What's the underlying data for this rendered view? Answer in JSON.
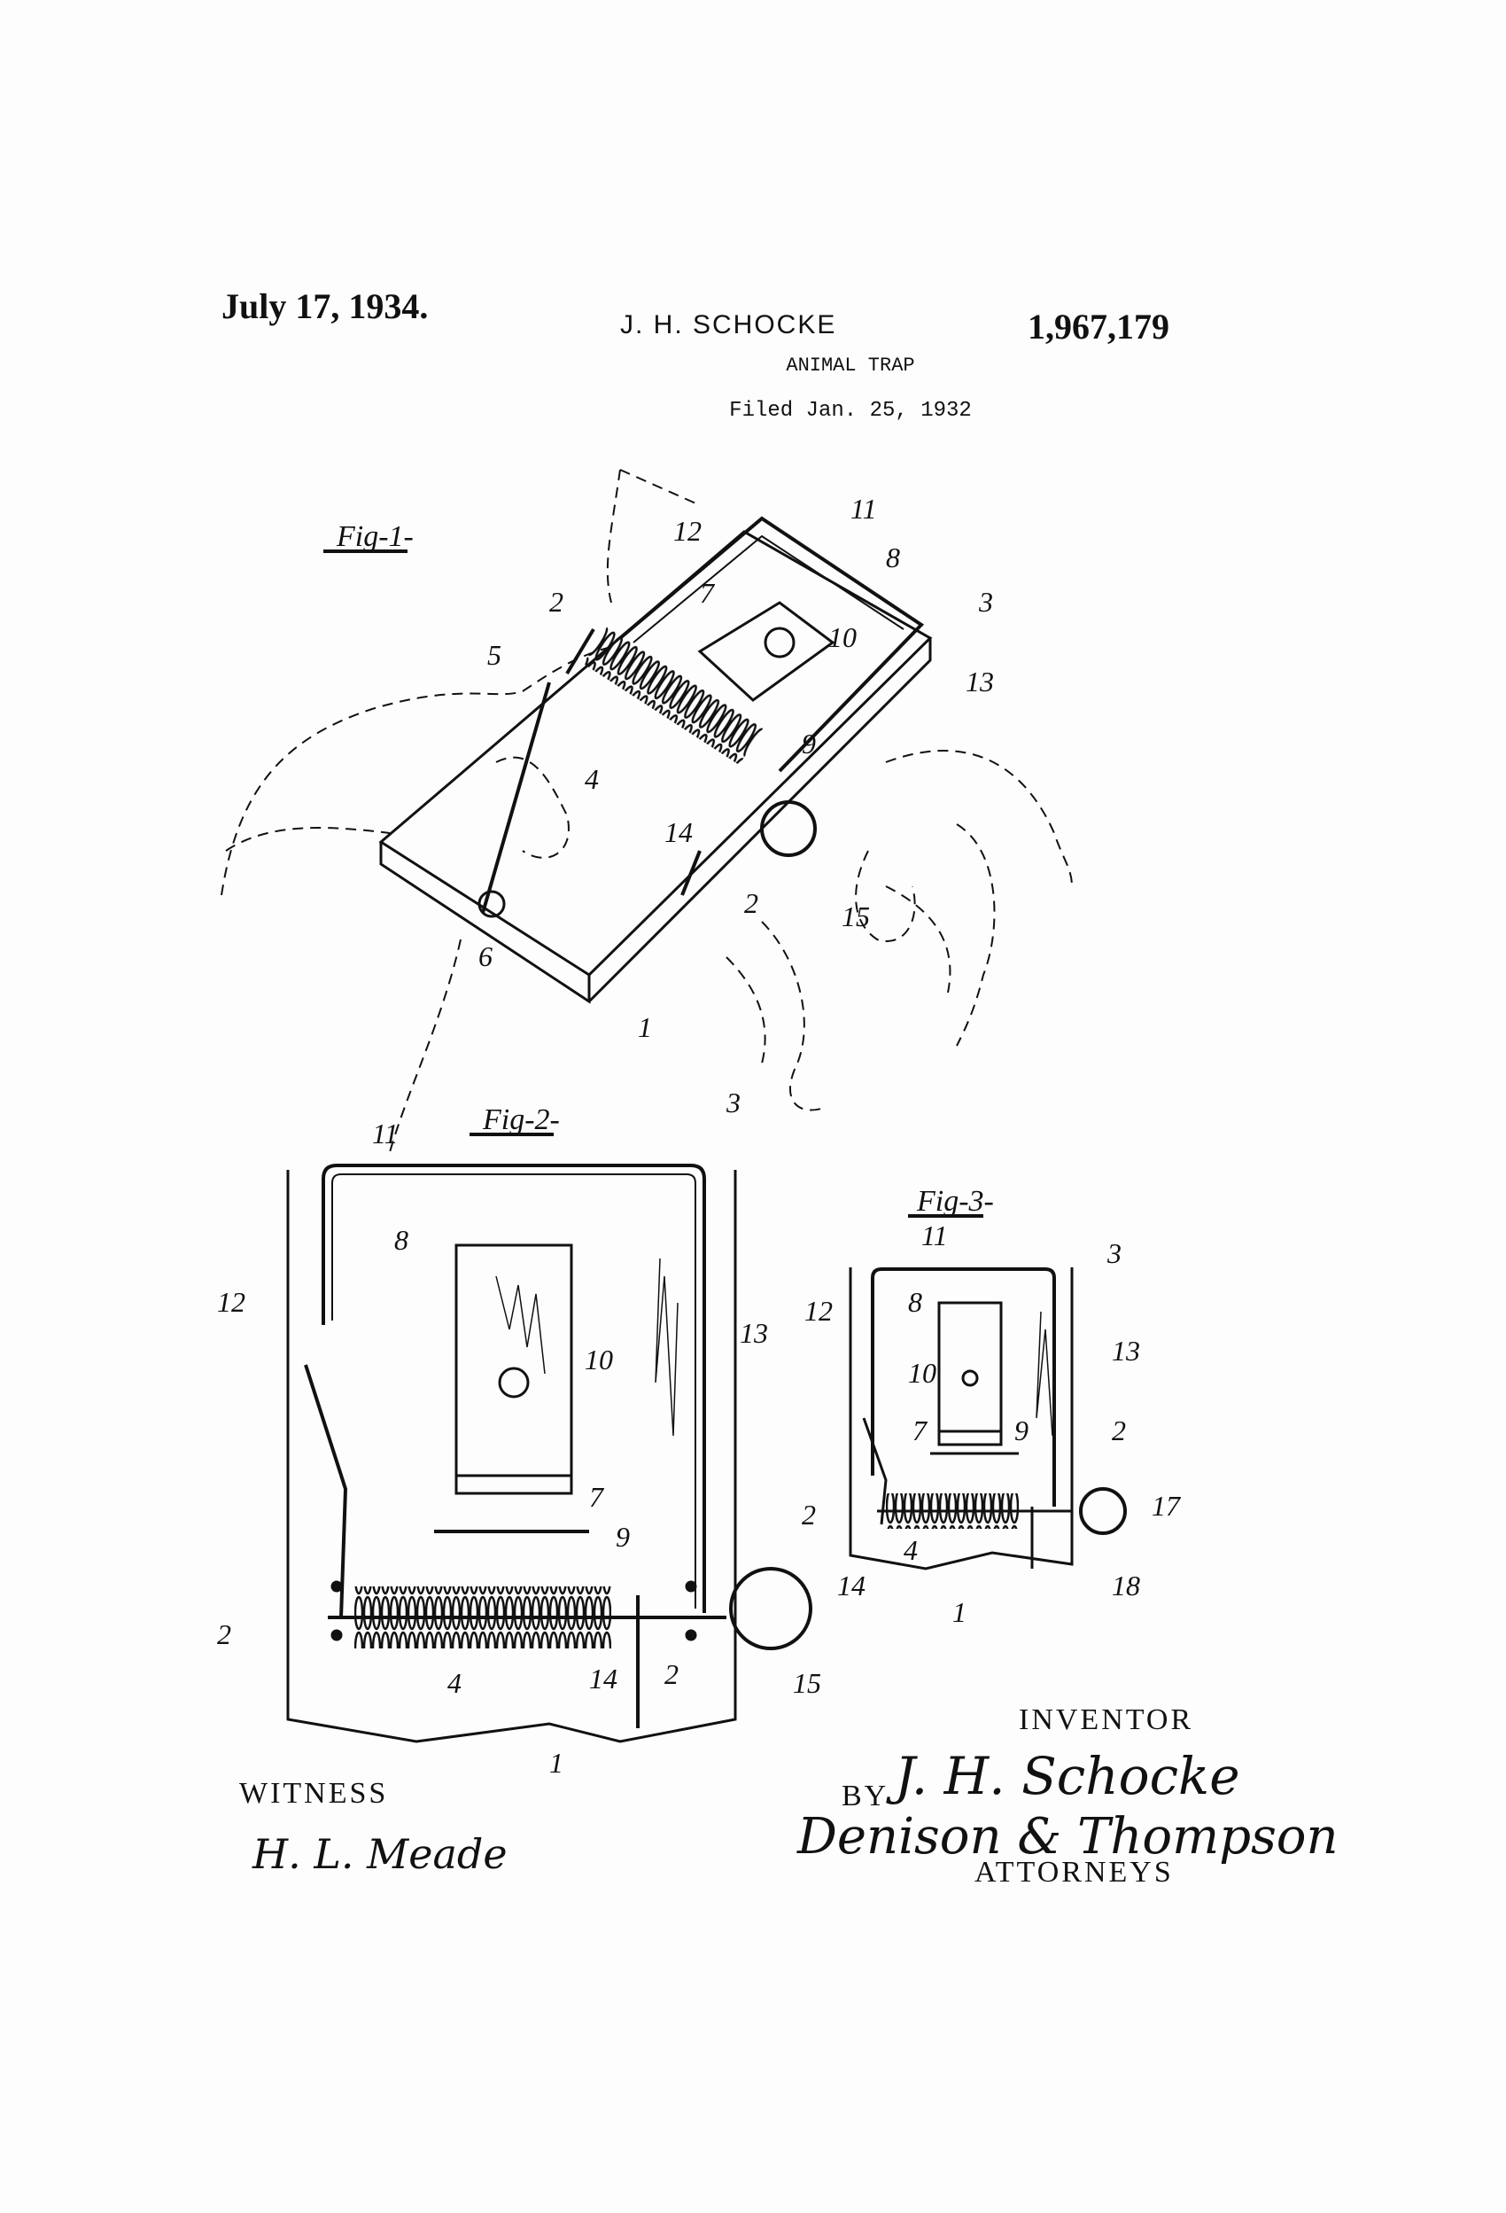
{
  "header": {
    "date": "July 17, 1934.",
    "inventor": "J. H. SCHOCKE",
    "patent_number": "1,967,179",
    "title": "ANIMAL TRAP",
    "filed": "Filed Jan. 25, 1932"
  },
  "figures": {
    "fig1_label": "Fig-1-",
    "fig2_label": "Fig-2-",
    "fig3_label": "Fig-3-"
  },
  "fig1_refs": [
    "1",
    "2",
    "2",
    "3",
    "4",
    "5",
    "6",
    "7",
    "8",
    "9",
    "10",
    "11",
    "12",
    "13",
    "14",
    "15"
  ],
  "fig2_refs": [
    "1",
    "2",
    "2",
    "2",
    "3",
    "4",
    "7",
    "8",
    "9",
    "10",
    "11",
    "12",
    "13",
    "14",
    "15"
  ],
  "fig3_refs": [
    "1",
    "2",
    "2",
    "3",
    "4",
    "7",
    "8",
    "9",
    "10",
    "11",
    "12",
    "13",
    "14",
    "17",
    "18"
  ],
  "signatures": {
    "witness_label": "WITNESS",
    "witness_signature": "H. L. Meade",
    "inventor_label": "INVENTOR",
    "by_label": "BY",
    "inventor_signature": "J. H. Schocke",
    "attorney_signature": "Denison & Thompson",
    "attorneys_label": "ATTORNEYS"
  }
}
